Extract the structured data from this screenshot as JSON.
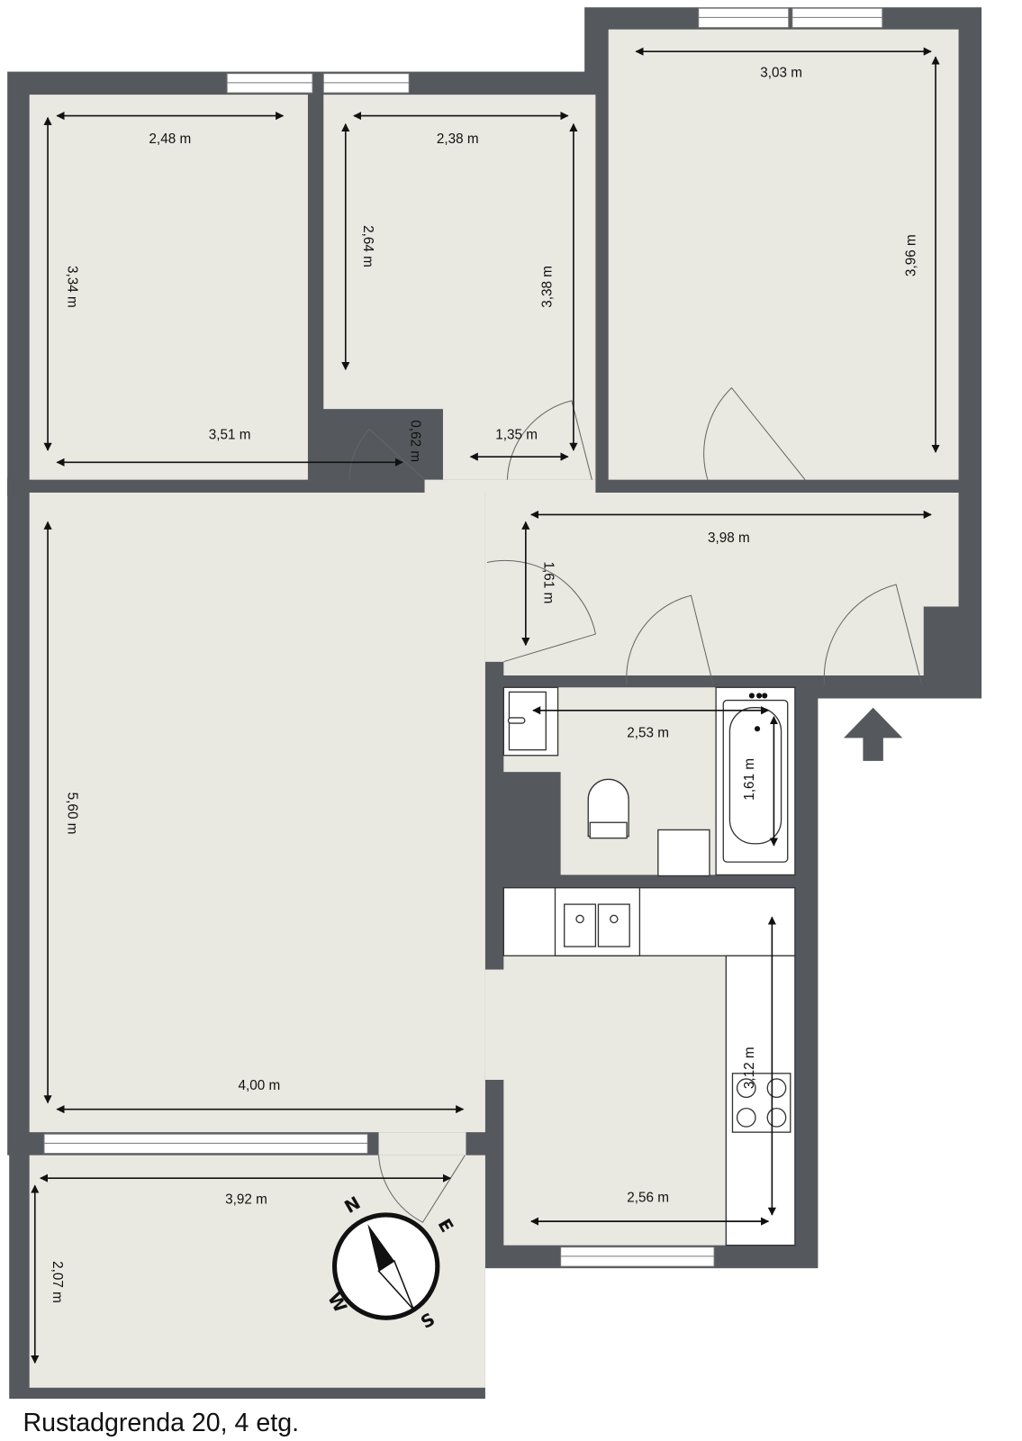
{
  "title": "Rustadgrenda 20, 4 etg.",
  "colors": {
    "wall": "#55585d",
    "floor": "#e9e9e2",
    "window": "#ffffff"
  },
  "dimensions": [
    "2,48 m",
    "3,34 m",
    "3,51 m",
    "0,62 m",
    "2,38 m",
    "2,64 m",
    "3,38 m",
    "1,35 m",
    "3,03 m",
    "3,96 m",
    "3,98 m",
    "1,61 m",
    "2,53 m",
    "1,61 m",
    "5,60 m",
    "4,00 m",
    "3,12 m",
    "2,56 m",
    "3,92 m",
    "2,07 m"
  ],
  "compass": {
    "n": "N",
    "e": "E",
    "s": "S",
    "w": "W"
  },
  "icons": {
    "entrance": "entrance-arrow-icon",
    "compass": "compass-icon"
  }
}
